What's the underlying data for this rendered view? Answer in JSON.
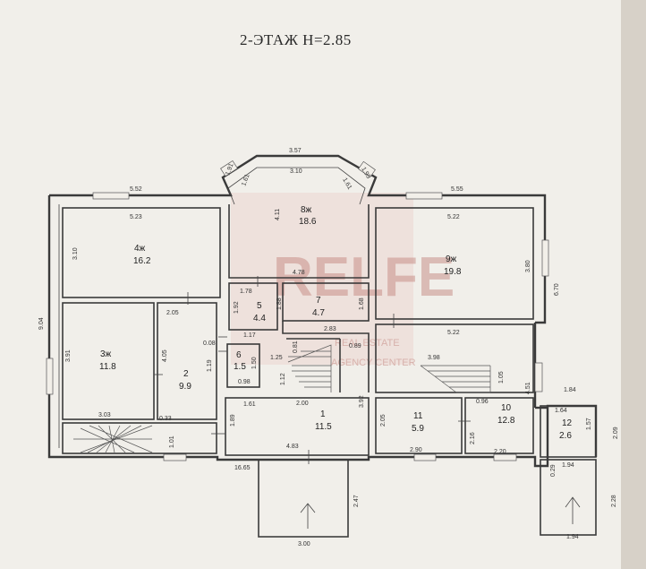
{
  "title": "2-ЭТАЖ  H=2.85",
  "watermark": {
    "main": "RELFE",
    "sub1": "REAL ESTATE",
    "sub2": "AGENCY CENTER"
  },
  "rooms": [
    {
      "id": "r4",
      "number": "4ж",
      "area": "16.2"
    },
    {
      "id": "r8",
      "number": "8ж",
      "area": "18.6"
    },
    {
      "id": "r9",
      "number": "9ж",
      "area": "19.8"
    },
    {
      "id": "r5",
      "number": "5",
      "area": "4.4"
    },
    {
      "id": "r7",
      "number": "7",
      "area": "4.7"
    },
    {
      "id": "r3",
      "number": "3ж",
      "area": "11.8"
    },
    {
      "id": "r2",
      "number": "2",
      "area": "9.9"
    },
    {
      "id": "r6",
      "number": "6",
      "area": "1.5"
    },
    {
      "id": "r1",
      "number": "1",
      "area": "11.5"
    },
    {
      "id": "r11",
      "number": "11",
      "area": "5.9"
    },
    {
      "id": "r10",
      "number": "10",
      "area": "12.8"
    },
    {
      "id": "r12",
      "number": "12",
      "area": "2.6"
    }
  ],
  "dimensions": {
    "bay_top": "3.57",
    "bay_inner": "3.10",
    "bay_left_diag": "1.91",
    "bay_left_inner": "1.61",
    "bay_right_diag": "1.95",
    "bay_right_inner": "1.61",
    "top_left_outer": "5.52",
    "top_left_inner": "5.23",
    "top_right_outer": "5.55",
    "top_right_inner": "5.22",
    "r4_height": "3.10",
    "r8_height": "4.11",
    "r8_width": "4.78",
    "r9_height": "3.80",
    "right_total": "6.70",
    "left_total": "9.04",
    "r5_width": "1.78",
    "r5_height": "1.92",
    "r7_height_left": "1.88",
    "r7_height_right": "1.68",
    "r7_width": "2.83",
    "r2_width": "2.05",
    "r3_height": "3.91",
    "r2_height": "4.05",
    "wall_008": "0.08",
    "r6_width_top": "1.17",
    "r6_height": "1.50",
    "r6_width": "0.98",
    "r6_left": "1.19",
    "r6_right": "1.25",
    "corr_081": "0.81",
    "corr_089": "0.89",
    "stair_398": "3.98",
    "stair_105": "1.05",
    "r9_bottom": "5.22",
    "r10_096": "0.96",
    "r10_451": "4.51",
    "r1_height_left": "1.89",
    "r1_161": "1.61",
    "r1_112": "1.12",
    "r1_200": "2.00",
    "r1_height": "3.92",
    "r3_bottom": "3.03",
    "r2_033": "0.33",
    "r2_101": "1.01",
    "r1_bottom": "4.83",
    "r11_height": "2.05",
    "r11_width": "2.90",
    "r10_216": "2.16",
    "r10_bottom": "2.20",
    "r12_top": "1.84",
    "r12_width": "1.64",
    "r12_height": "1.57",
    "r12_right": "2.09",
    "r12_bottom": "1.94",
    "total_bottom": "16.65",
    "porch_height": "2.47",
    "porch_width": "3.00",
    "annex_029": "0.29",
    "annex_width": "1.94",
    "annex_height": "2.28"
  }
}
